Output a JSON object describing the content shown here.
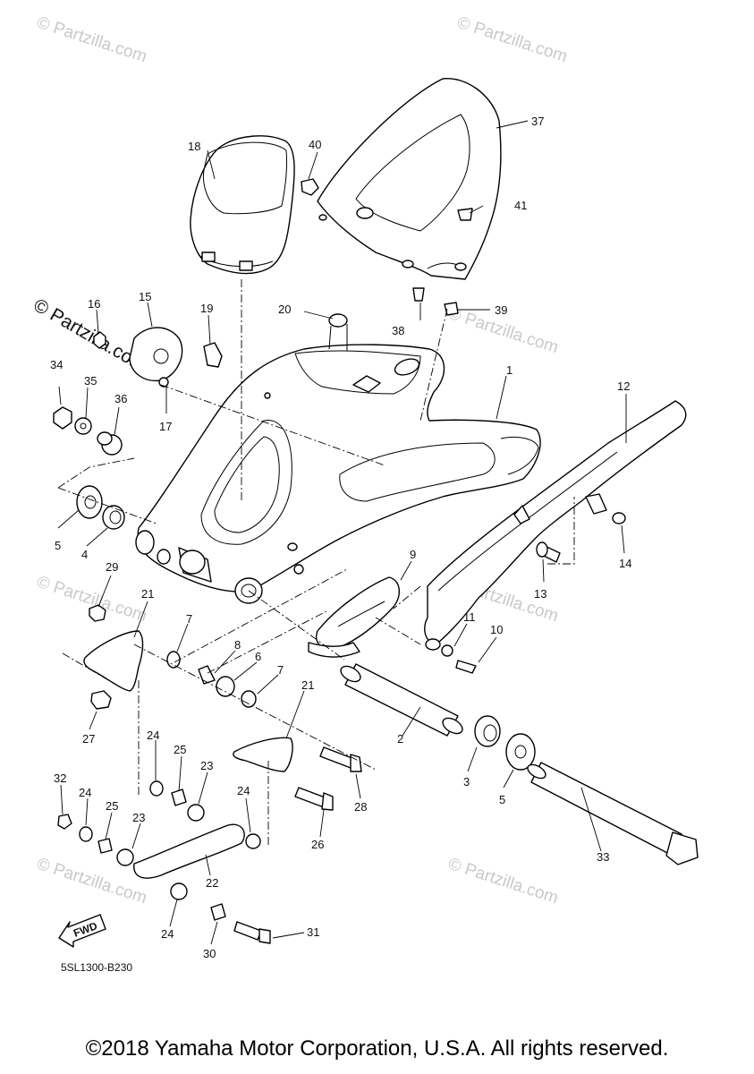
{
  "watermark": {
    "text": "© Partzilla.com"
  },
  "diagram_code": "5SL1300-B230",
  "fwd_label": "FWD",
  "footer": {
    "copyright": "©2018 Yamaha Motor Corporation, U.S.A. All rights reserved."
  },
  "callouts": [
    "1",
    "2",
    "3",
    "4",
    "5",
    "5",
    "6",
    "7",
    "7",
    "8",
    "9",
    "10",
    "11",
    "12",
    "13",
    "14",
    "15",
    "16",
    "17",
    "18",
    "19",
    "20",
    "21",
    "21",
    "22",
    "23",
    "23",
    "24",
    "24",
    "24",
    "24",
    "25",
    "25",
    "26",
    "27",
    "28",
    "29",
    "30",
    "31",
    "32",
    "33",
    "34",
    "35",
    "36",
    "37",
    "38",
    "39",
    "40",
    "41"
  ]
}
